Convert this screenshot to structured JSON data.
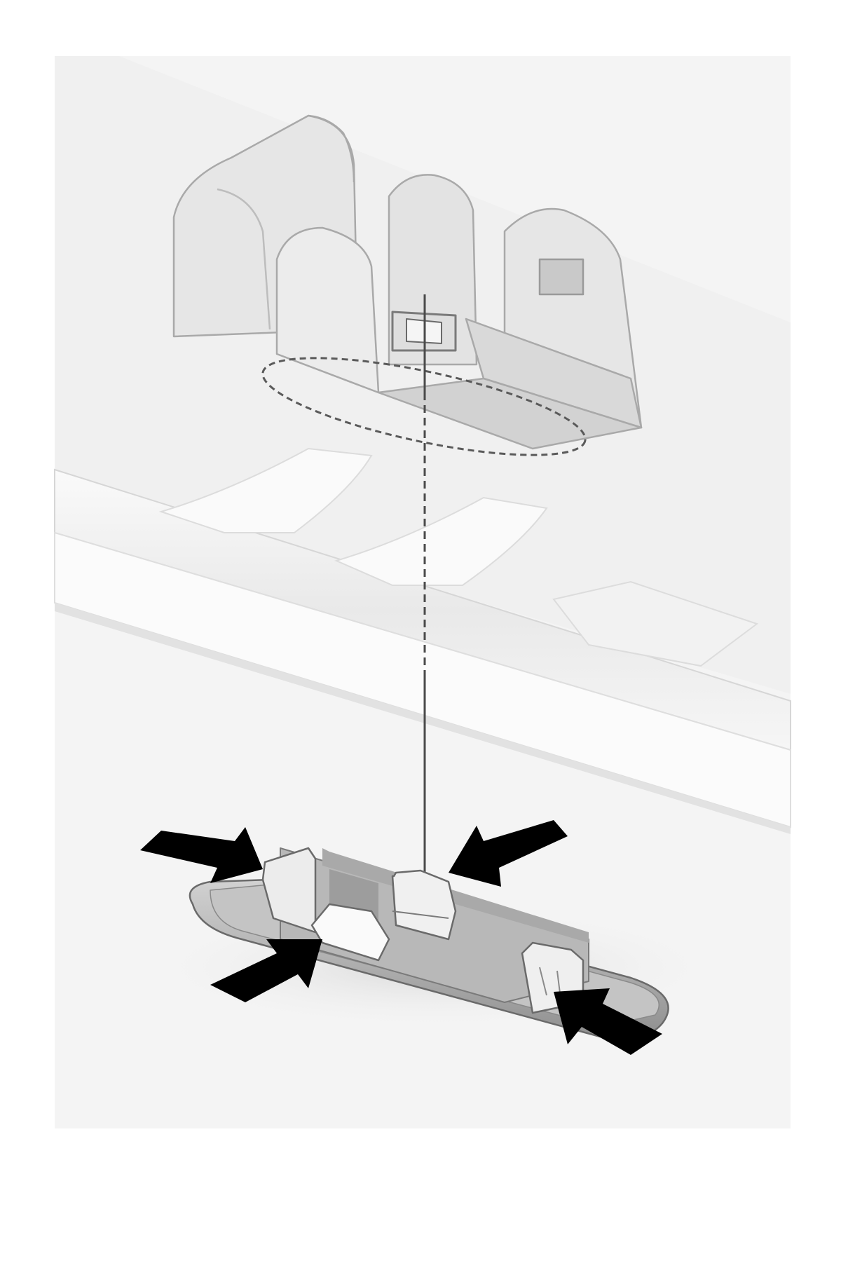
{
  "diagram": {
    "kind": "technical-installation-illustration",
    "parts": [
      {
        "id": "mounting-bracket",
        "role": "receiving bracket on trim panel"
      },
      {
        "id": "clip-unit",
        "role": "oval retaining clip with spring tabs"
      }
    ],
    "callouts": {
      "engagement_zone": "dashed-ellipse",
      "alignment_guide": "dashed-leader-line",
      "press_arrows": 4
    }
  },
  "colors": {
    "page_background": "#ffffff",
    "panel_background": "#f4f4f4",
    "part_fill": "#e3e3e3",
    "part_shade": "#cfcfcf",
    "part_highlight": "#f9f9f9",
    "outline": "#9a9a9a",
    "arrow_fill": "#000000",
    "dashed_line": "#5a5a5a"
  }
}
